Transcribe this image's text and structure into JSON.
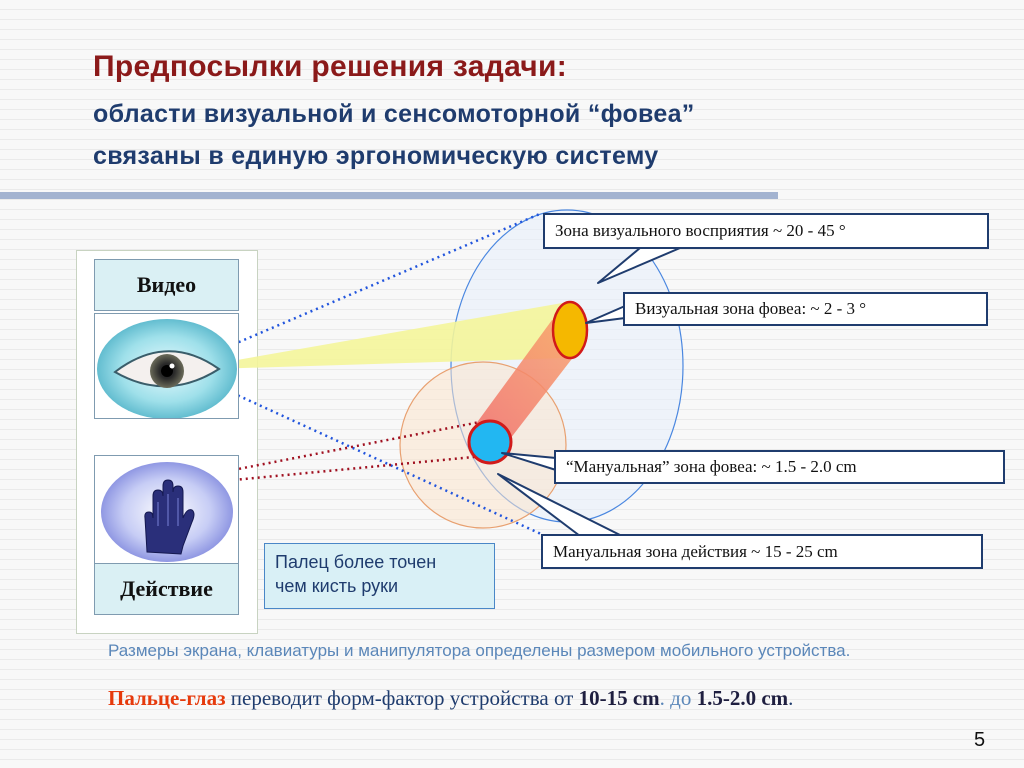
{
  "slide": {
    "title": "Предпосылки решения задачи:",
    "subtitle_line1": "области визуальной и сенсомоторной “фовеа”",
    "subtitle_line2": "связаны в единую эргономическую систему",
    "page_number": "5"
  },
  "left_panel": {
    "video_label": "Видео",
    "action_label": "Действие",
    "eye_image": "eye-icon",
    "hand_image": "hand-icon"
  },
  "callouts": {
    "visual_zone": "Зона визуального восприятия  ~ 20 - 45 °",
    "visual_fovea": "Визуальная зона фовеа: ~ 2 - 3 °",
    "manual_fovea": "“Мануальная” зона фовеа:  ~ 1.5 - 2.0 cm",
    "manual_action_zone": "Мануальная зона действия  ~ 15 - 25 cm"
  },
  "note": {
    "line1": "Палец более точен",
    "line2": "чем кисть руки"
  },
  "footer": {
    "line1": "Размеры экрана, клавиатуры и манипулятора определены размером мобильного устройства.",
    "highlight": "Пальце-глаз",
    "text_a": " переводит форм-фактор устройства от ",
    "value_from": "10-15 cm",
    "text_b": ". до ",
    "value_to": "1.5-2.0 cm",
    "text_end": "."
  },
  "colors": {
    "title": "#8b1a1a",
    "subtitle": "#1f3c6e",
    "accent_red": "#e63a0c",
    "fovea_orange": "#f5b800",
    "manual_fovea_cyan": "#22b7f2",
    "visual_cone_yellow": "#f4f59a",
    "dotted_blue": "#2255dd",
    "dotted_red": "#a01020"
  }
}
